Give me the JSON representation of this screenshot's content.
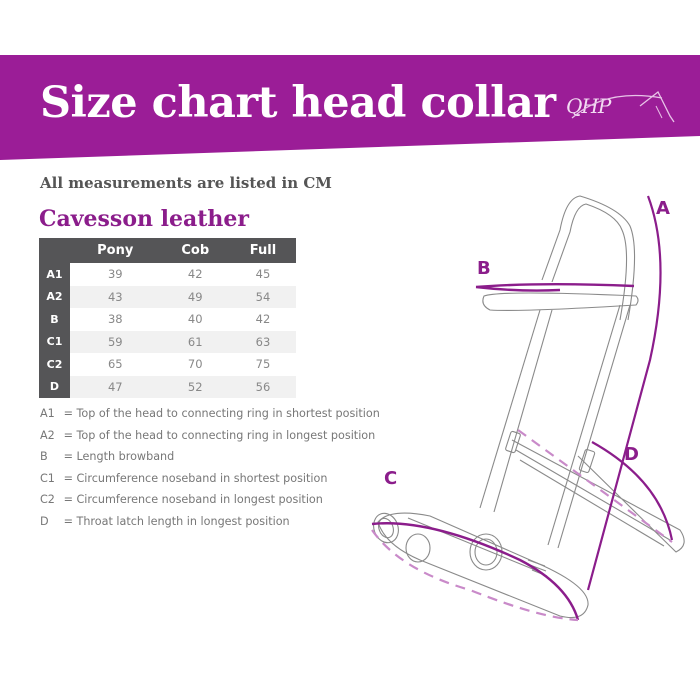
{
  "header": {
    "title": "Size chart head collar",
    "logo_text": "QHP",
    "band_color": "#9b1d97"
  },
  "subtitle": "All measurements are listed in CM",
  "section_title": "Cavesson leather",
  "table": {
    "columns": [
      "",
      "Pony",
      "Cob",
      "Full"
    ],
    "rows": [
      {
        "label": "A1",
        "pony": "39",
        "cob": "42",
        "full": "45"
      },
      {
        "label": "A2",
        "pony": "43",
        "cob": "49",
        "full": "54"
      },
      {
        "label": "B",
        "pony": "38",
        "cob": "40",
        "full": "42"
      },
      {
        "label": "C1",
        "pony": "59",
        "cob": "61",
        "full": "63"
      },
      {
        "label": "C2",
        "pony": "65",
        "cob": "70",
        "full": "75"
      },
      {
        "label": "D",
        "pony": "47",
        "cob": "52",
        "full": "56"
      }
    ]
  },
  "legend": [
    {
      "key": "A1",
      "text": "= Top of the head to connecting ring in shortest position"
    },
    {
      "key": "A2",
      "text": "= Top of the head to connecting ring in longest position"
    },
    {
      "key": "B",
      "text": "= Length browband"
    },
    {
      "key": "C1",
      "text": "= Circumference noseband in shortest position"
    },
    {
      "key": "C2",
      "text": "= Circumference noseband in longest position"
    },
    {
      "key": "D",
      "text": "= Throat latch length in longest position"
    }
  ],
  "diagram": {
    "labels": {
      "a": "A",
      "b": "B",
      "c": "C",
      "d": "D"
    },
    "accent_color": "#8b1d8b",
    "dashed_color": "#c98ac9"
  }
}
